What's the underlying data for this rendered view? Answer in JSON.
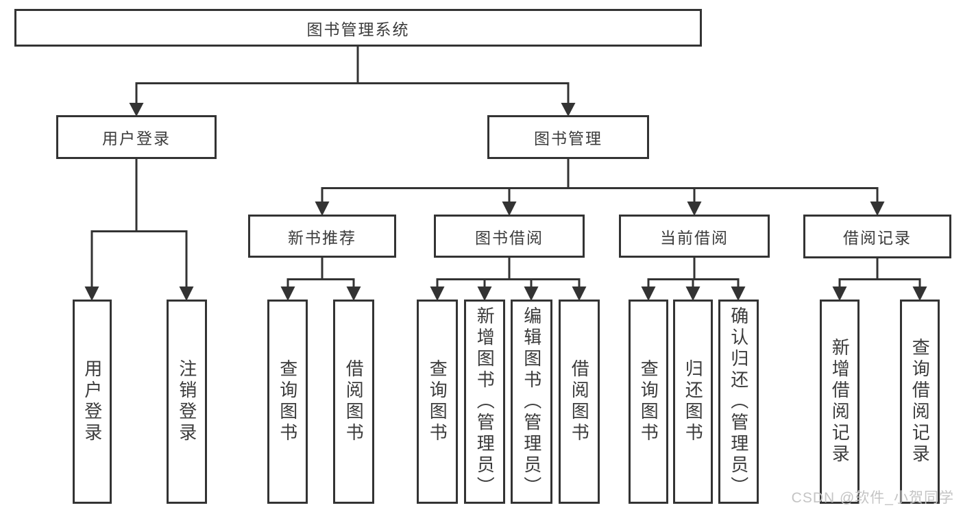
{
  "diagram": {
    "type": "hierarchy-tree",
    "line_color": "#333333",
    "box_background": "#ffffff",
    "text_color": "#3b3b3b",
    "root": {
      "label": "图书管理系统",
      "children": [
        {
          "label": "用户登录",
          "children": [
            {
              "label": "用户登录"
            },
            {
              "label": "注销登录"
            }
          ]
        },
        {
          "label": "图书管理",
          "children": [
            {
              "label": "新书推荐",
              "children": [
                {
                  "label": "查询图书"
                },
                {
                  "label": "借阅图书"
                }
              ]
            },
            {
              "label": "图书借阅",
              "children": [
                {
                  "label": "查询图书"
                },
                {
                  "label": "新增图书（管理员）"
                },
                {
                  "label": "编辑图书（管理员）"
                },
                {
                  "label": "借阅图书"
                }
              ]
            },
            {
              "label": "当前借阅",
              "children": [
                {
                  "label": "查询图书"
                },
                {
                  "label": "归还图书"
                },
                {
                  "label": "确认归还（管理员）"
                }
              ]
            },
            {
              "label": "借阅记录",
              "children": [
                {
                  "label": "新增借阅记录"
                },
                {
                  "label": "查询借阅记录"
                }
              ]
            }
          ]
        }
      ]
    }
  },
  "watermark": {
    "text": "CSDN @软件_小贺同学",
    "color": "#c4c4c4"
  }
}
